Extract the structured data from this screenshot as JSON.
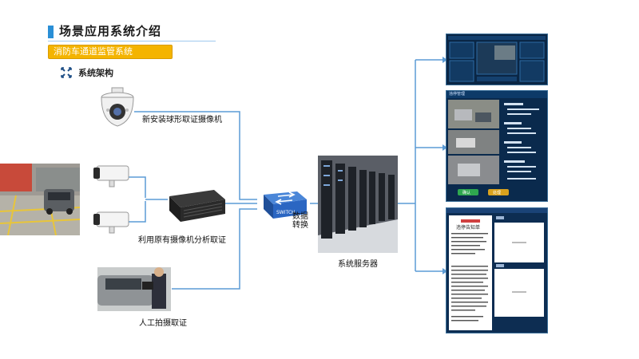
{
  "header": {
    "title": "场景应用系统介绍",
    "subtitle": "消防车通道监管系统",
    "section": "系统架构"
  },
  "nodes": {
    "dome_camera": "新安装球形取证摄像机",
    "existing_cameras": "利用原有摄像机分析取证",
    "manual_photo": "人工拍摄取证",
    "switch_label_line1": "数据",
    "switch_label_line2": "转换",
    "switch_device_text": "SWITCH",
    "server": "系统服务器"
  },
  "screens": {
    "screen2_title": "违停管理",
    "screen3_doc_title": "违停告知单",
    "screen2_btn_left": "确认",
    "screen2_btn_right": "处理"
  },
  "colors": {
    "accent": "#2a8fd6",
    "subtitle_bg": "#f4b400",
    "connector": "#5b9bd5"
  }
}
